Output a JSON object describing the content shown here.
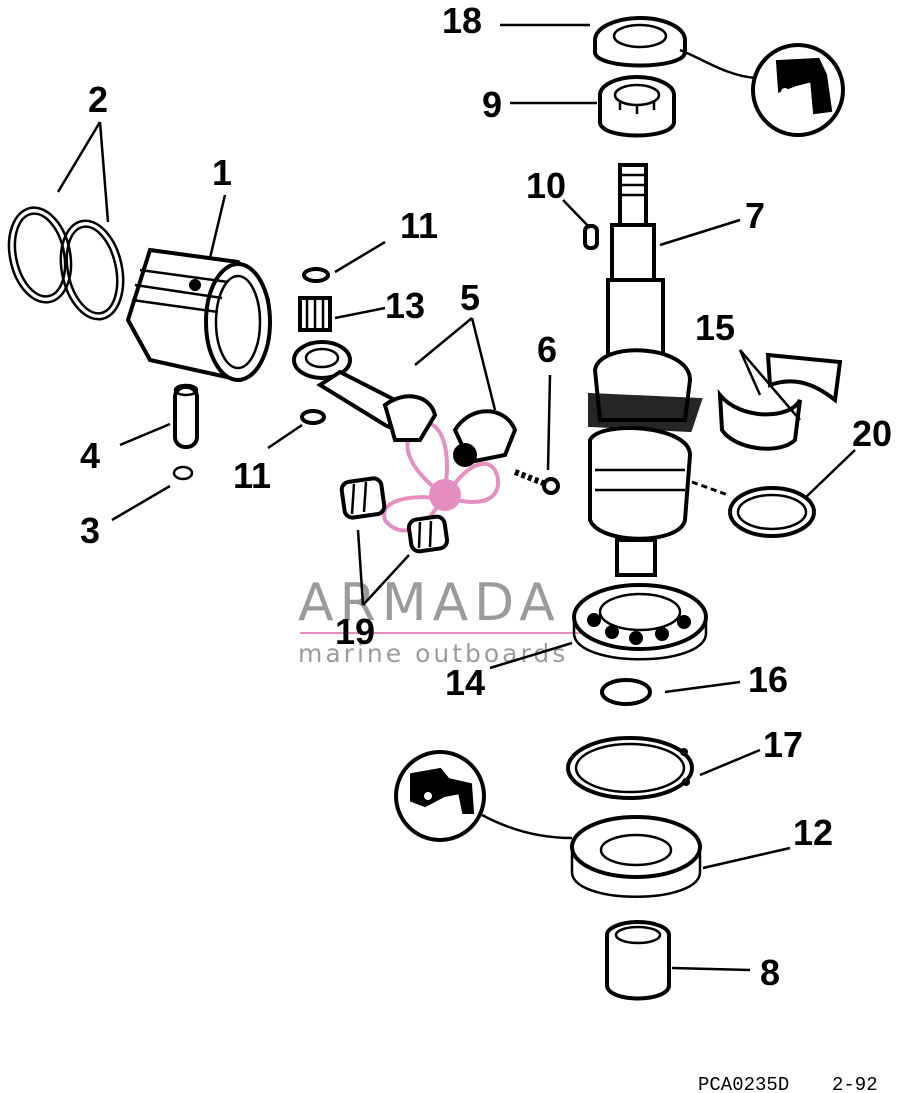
{
  "labels": {
    "p1": "1",
    "p2": "2",
    "p3": "3",
    "p4": "4",
    "p5": "5",
    "p6": "6",
    "p7": "7",
    "p8": "8",
    "p9": "9",
    "p10": "10",
    "p11a": "11",
    "p11b": "11",
    "p12": "12",
    "p13": "13",
    "p14": "14",
    "p15": "15",
    "p16": "16",
    "p17": "17",
    "p18": "18",
    "p19": "19",
    "p20": "20"
  },
  "footer": {
    "code": "PCA0235D",
    "date": "2-92"
  },
  "watermark": {
    "brand": "ARMADA",
    "tagline": "marine outboards",
    "accent": "#e58fc0"
  }
}
